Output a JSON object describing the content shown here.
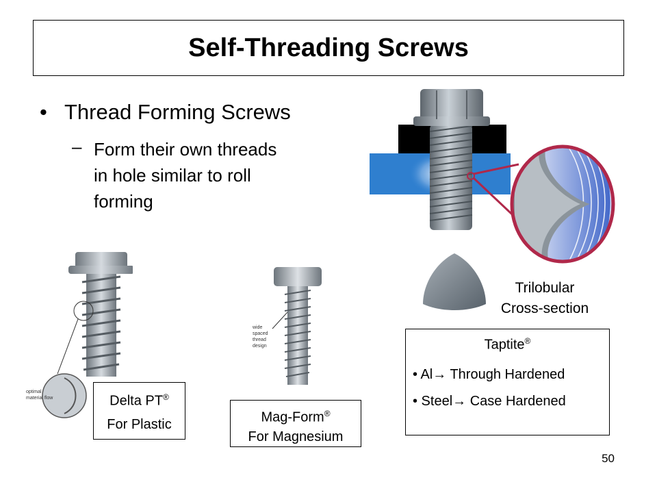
{
  "slide": {
    "title": "Self-Threading Screws",
    "bullet": "Thread Forming Screws",
    "bullet_marker": "•",
    "sub_dash": "–",
    "sub_lines": [
      "Form their own threads",
      "in hole similar to roll",
      "forming"
    ],
    "page_number": "50"
  },
  "delta": {
    "name": "Delta PT",
    "mark": "®",
    "desc": "For Plastic",
    "callout_line1": "optimal",
    "callout_line2": "material flow"
  },
  "magform": {
    "name": "Mag-Form",
    "mark": "®",
    "desc": "For Magnesium",
    "note": [
      "wide",
      "spaced",
      "thread",
      "design"
    ]
  },
  "trilobular": {
    "caption_line1": "Trilobular",
    "caption_line2": "Cross-section"
  },
  "taptite": {
    "name": "Taptite",
    "mark": "®",
    "item1_prefix": "• Al",
    "item1_suffix": " Through Hardened",
    "item2_prefix": "• Steel",
    "item2_suffix": " Case Hardened",
    "arrow": "→"
  },
  "colors": {
    "plate_blue": "#2f7fcf",
    "block_black": "#000000",
    "screw_gray": "#8a9299",
    "lens_border": "#b0284a",
    "flow_blue": "#2e58c8"
  }
}
